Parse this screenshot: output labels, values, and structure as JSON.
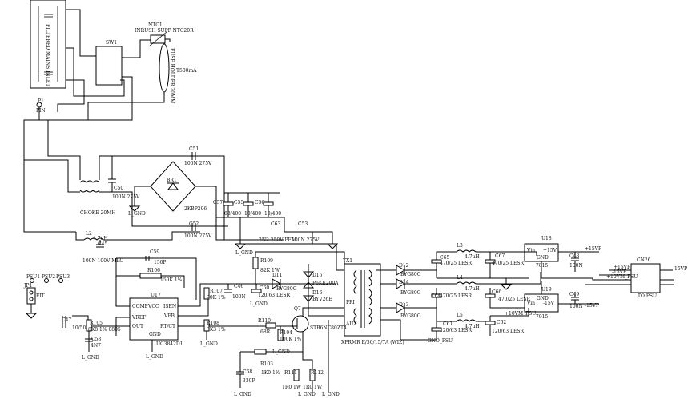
{
  "components": {
    "ntc": {
      "ref": "NTC1",
      "value": "INRUSH SUPP NTC20R"
    },
    "fuse": {
      "label1": "FUSE HOLDER 20MM",
      "value": "T500mA"
    },
    "sw1": {
      "ref": "SW1"
    },
    "filter": {
      "label": "FILTERED MAINS INLET"
    },
    "p1": {
      "ref": "P1",
      "value": "PIN"
    },
    "choke": {
      "value": "CHOKE 20MH"
    },
    "c50": {
      "ref": "C50",
      "value": "100N 275V"
    },
    "c51": {
      "ref": "C51",
      "value": "100N 275V"
    },
    "c52": {
      "ref": "C52",
      "value": "100N 275V"
    },
    "br1": {
      "ref": "BR1",
      "value": "2KBP206"
    },
    "c57": {
      "ref": "C57",
      "value": "68/400"
    },
    "c55": {
      "ref": "C55",
      "value": "10/400"
    },
    "c56": {
      "ref": "C56",
      "value": "10/400"
    },
    "c63": {
      "ref": "C63",
      "value": "2N2 250V PEM"
    },
    "c53": {
      "ref": "C53",
      "value": "100N 275V"
    },
    "l2": {
      "ref": "L2",
      "value": "4.7uH"
    },
    "c45": {
      "ref": "C45",
      "value": "100N 100V MLC"
    },
    "c59": {
      "ref": "C59",
      "value": "150P"
    },
    "r106": {
      "ref": "R106",
      "value": "150K 1%"
    },
    "u17": {
      "ref": "U17",
      "value": "UC3842D1",
      "pins": [
        "COMP",
        "VREF",
        "OUT",
        "VCC",
        "ISEN",
        "VFB",
        "RT/CT",
        "GND"
      ]
    },
    "r109": {
      "ref": "R109",
      "value": "82K 1W"
    },
    "d11": {
      "ref": "D11",
      "value": "BYG80G"
    },
    "d15": {
      "ref": "D15",
      "value": "P6KE200A"
    },
    "d16": {
      "ref": "D16",
      "value": "BYV26E"
    },
    "r107": {
      "ref": "R107",
      "value": "20K 1%"
    },
    "r108": {
      "ref": "R108",
      "value": "3K3 1%"
    },
    "c46": {
      "ref": "C46",
      "value": "100N"
    },
    "c60": {
      "ref": "C60",
      "value": "120/63 LESR"
    },
    "q7": {
      "ref": "Q7",
      "value": "STB6NC80ZT4"
    },
    "r110": {
      "ref": "R110",
      "value": "68R"
    },
    "r104": {
      "ref": "R104",
      "value": "100K 1%"
    },
    "r103": {
      "ref": "R103",
      "value": "1K0 1%"
    },
    "r111": {
      "ref": "R111",
      "value": "1R0 1W"
    },
    "r112": {
      "ref": "R112",
      "value": "1R0 1W"
    },
    "c68": {
      "ref": "C68",
      "value": "330P"
    },
    "c47": {
      "ref": "C47",
      "value": "10/50"
    },
    "r105": {
      "ref": "R105",
      "value": "6K8 1% 0805"
    },
    "c58": {
      "ref": "C58",
      "value": "4N7"
    },
    "tx1": {
      "ref": "TX1",
      "label1": "PRI",
      "label2": "AUX",
      "value": "XFRMR E/30/15/7A (WIZ)"
    },
    "d12": {
      "ref": "D12",
      "value": "BYG80G"
    },
    "d14": {
      "ref": "D14",
      "value": "BYG80G"
    },
    "d13": {
      "ref": "D13",
      "value": "BYG80G"
    },
    "c65": {
      "ref": "C65",
      "value": "470/25 LESR"
    },
    "c67": {
      "ref": "C67",
      "value": "470/25 LESR"
    },
    "c64": {
      "ref": "C64",
      "value": "470/25 LESR"
    },
    "c66": {
      "ref": "C66",
      "value": "470/25 LESR"
    },
    "c61": {
      "ref": "C61",
      "value": "120/63 LESR"
    },
    "c62": {
      "ref": "C62",
      "value": "120/63 LESR"
    },
    "l3": {
      "ref": "L3",
      "value": "4.7uH"
    },
    "l4": {
      "ref": "L4",
      "value": "4.7uH"
    },
    "l5": {
      "ref": "L5",
      "value": "4.7uH"
    },
    "u18": {
      "ref": "U18",
      "value": "7815",
      "in": "Vin",
      "out": "+15V",
      "gnd": "GND"
    },
    "u19": {
      "ref": "U19",
      "value": "7915",
      "in": "Vin",
      "out": "-15V",
      "gnd": "GND"
    },
    "c48": {
      "ref": "C48",
      "value": "100N"
    },
    "c49": {
      "ref": "C49",
      "value": "100N"
    },
    "cn26": {
      "ref": "CN26",
      "value": "TO PSU"
    },
    "jp1": {
      "ref": "JP1",
      "value": "FIT"
    }
  },
  "nets": {
    "lgnd": "L_GND",
    "gndpsu": "GND_PSU",
    "p15vp": "+15VP",
    "m15vp": "-15VP",
    "p10vmpsu": "+10VM_PSU",
    "p10vmpsu2": "+10VM_PSU",
    "psu1": "PSU1",
    "psu2": "PSU2",
    "psu3": "PSU3"
  }
}
